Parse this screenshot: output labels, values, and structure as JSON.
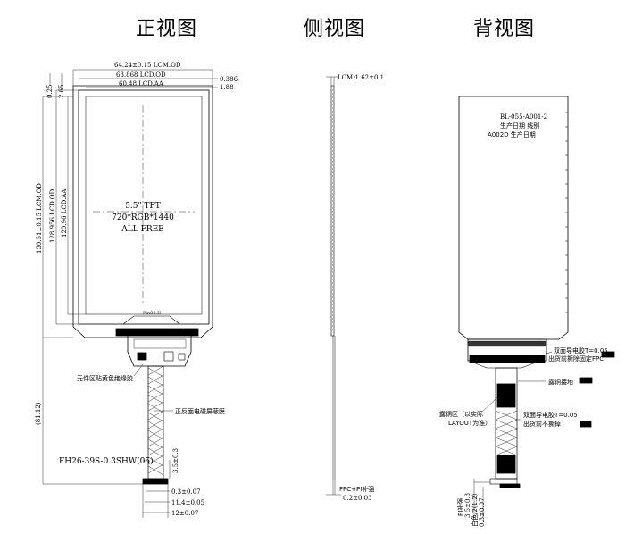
{
  "titles": {
    "front": "正视图",
    "side": "侧视图",
    "back": "背视图"
  },
  "front": {
    "dim_lcm_od_w": "64.24±0.15 LCM.OD",
    "dim_lcd_od_w": "63.868 LCD.OD",
    "dim_lcd_aa_w": "60.48 LCD.AA",
    "dim_0386": "0.386",
    "dim_188": "1.88",
    "dim_025": "0.25",
    "dim_265": "2.65",
    "dim_lcm_od_h": "130.51±0.15 LCM.OD",
    "dim_lcd_od_h": "128.956 LCD.OD",
    "dim_lcd_aa_h": "120.96 LCD.AA",
    "center_line1": "5.5\" TFT",
    "center_line2": "720*RGB*1440",
    "center_line3": "ALL FREE",
    "ic_label": "Pin00.II",
    "note_components": "元件区贴黄色绝缘胶",
    "note_shield": "正反面电磁屏蔽膜",
    "dim_total_h": "(81.12)",
    "connector": "FH26-39S-0.3SHW(05)",
    "dim_35": "3.5±0.3",
    "dim_pitch": "0.3±0.07",
    "dim_114": "11.4±0.05",
    "dim_12": "12±0.07"
  },
  "side": {
    "dim_lcm_t": "LCM:1.62±0.1",
    "note_fpc": "FPC+PI补强",
    "dim_02": "0.2±0.03"
  },
  "back": {
    "label_model": "BL-055-A001-2",
    "label_line1": "生产日期 线别",
    "label_line2": "A002D 生产日期",
    "note_tape1a": "双面导电胶T=0.05",
    "note_tape1b": "出货前撕除固定FPC",
    "note_copper": "露铜接地",
    "note_exposed_a": "露铜区（以实际",
    "note_exposed_b": "LAYOUT为准）",
    "note_tape2a": "双面导电胶T=0.05",
    "note_tape2b": "出货前不撕掉",
    "note_pi_a": "PI补强",
    "note_pi_b": "3.5±0.3",
    "note_pi_c": "白色/2(1.2)",
    "note_pi_d": "0.3±0.07"
  }
}
